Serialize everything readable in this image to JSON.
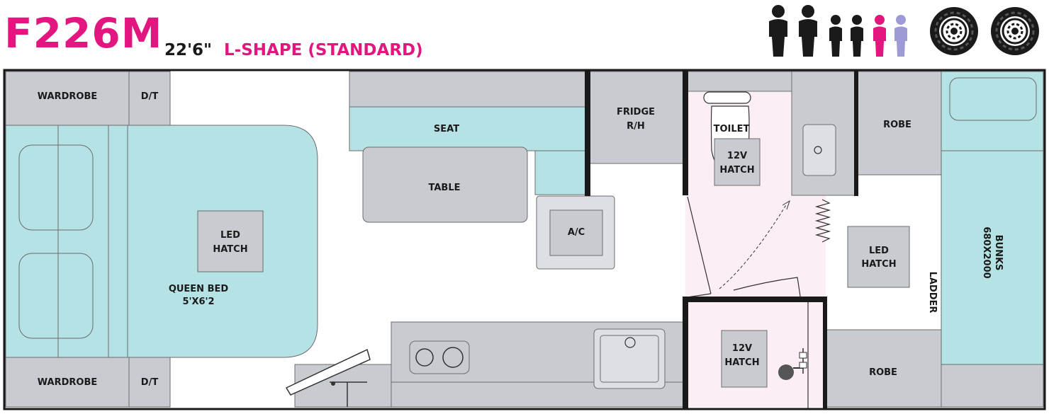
{
  "header": {
    "model": "F226M",
    "length": "22'6\"",
    "layout": "L-SHAPE (STANDARD)",
    "sleeps_icons": [
      {
        "name": "adult-icon",
        "color": "#1a1a1a"
      },
      {
        "name": "adult-icon",
        "color": "#1a1a1a"
      },
      {
        "name": "child-icon",
        "color": "#1a1a1a"
      },
      {
        "name": "child-icon",
        "color": "#1a1a1a"
      },
      {
        "name": "child-icon",
        "color": "#e3157e"
      },
      {
        "name": "child-icon",
        "color": "#9e9ad6"
      }
    ],
    "axle_icons": [
      "tyre-icon",
      "tyre-icon"
    ]
  },
  "plan": {
    "wardrobe_top": "WARDROBE",
    "dt_top": "D/T",
    "wardrobe_bottom": "WARDROBE",
    "dt_bottom": "D/T",
    "bed_hatch_line1": "LED",
    "bed_hatch_line2": "HATCH",
    "queen_bed_line1": "QUEEN BED",
    "queen_bed_line2": "5'X6'2",
    "seat": "SEAT",
    "table": "TABLE",
    "fridge_line1": "FRIDGE",
    "fridge_line2": "R/H",
    "ac": "A/C",
    "toilet": "TOILET",
    "toilet_hatch_line1": "12V",
    "toilet_hatch_line2": "HATCH",
    "shower_hatch_line1": "12V",
    "shower_hatch_line2": "HATCH",
    "robe_top": "ROBE",
    "robe_bottom": "ROBE",
    "rear_hatch_line1": "LED",
    "rear_hatch_line2": "HATCH",
    "ladder": "LADDER",
    "bunks_line1": "BUNKS",
    "bunks_line2": "680X2000"
  },
  "colors": {
    "brand_pink": "#e3157e",
    "cabinet_grey": "#c8ccd1",
    "bed_teal": "#b5e2e4",
    "bathroom_pink": "#fbeef4",
    "wall": "#1a1a1a",
    "light_purple": "#9e9ad6"
  }
}
